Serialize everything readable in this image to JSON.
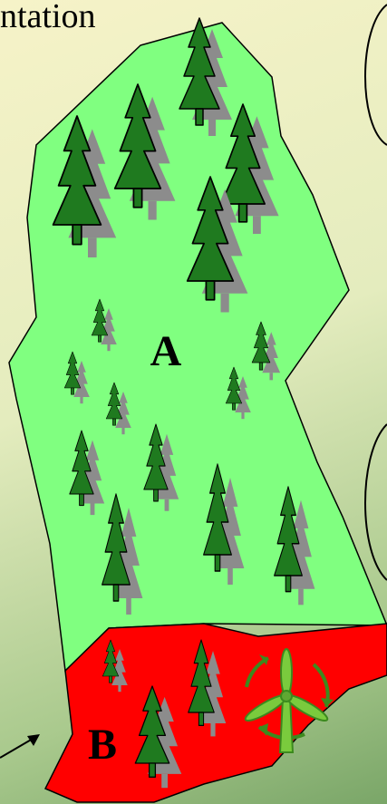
{
  "title_fragment": "ntation",
  "regions": [
    {
      "id": "A",
      "label": "A",
      "fill": "#80ff80",
      "description_color": "light-green"
    },
    {
      "id": "B",
      "label": "B",
      "fill": "#ff0000",
      "description_color": "red"
    }
  ],
  "colors": {
    "tree_fill": "#1f7a1f",
    "tree_shadow": "#8c8c8c",
    "turbine": "#7acb3d",
    "background_top": "#f6f3c8",
    "background_bottom": "#7aa668"
  },
  "icons": [
    "pine-tree-icon",
    "wind-turbine-icon",
    "arrow-icon"
  ]
}
